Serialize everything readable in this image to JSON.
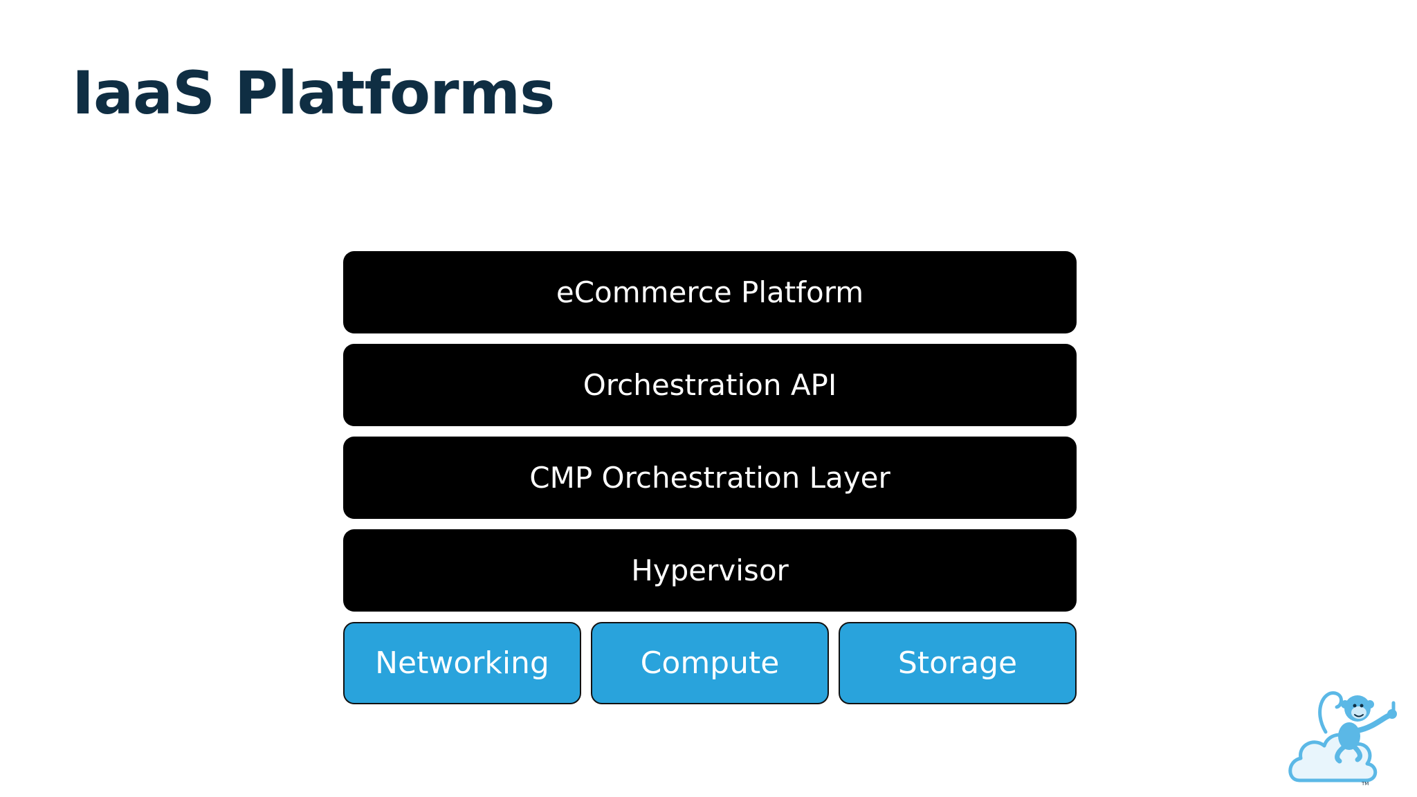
{
  "slide": {
    "title": "IaaS Platforms"
  },
  "diagram": {
    "layers": [
      {
        "label": "eCommerce Platform"
      },
      {
        "label": "Orchestration API"
      },
      {
        "label": "CMP Orchestration Layer"
      },
      {
        "label": "Hypervisor"
      }
    ],
    "resources": [
      {
        "label": "Networking"
      },
      {
        "label": "Compute"
      },
      {
        "label": "Storage"
      }
    ]
  },
  "branding": {
    "mascot_icon": "monkey-on-cloud-icon",
    "trademark": "TM"
  },
  "colors": {
    "title": "#0f2e43",
    "layer_fill": "#000000",
    "resource_fill": "#29a3dc",
    "label_text": "#ffffff",
    "mascot": "#5bb8e6"
  }
}
